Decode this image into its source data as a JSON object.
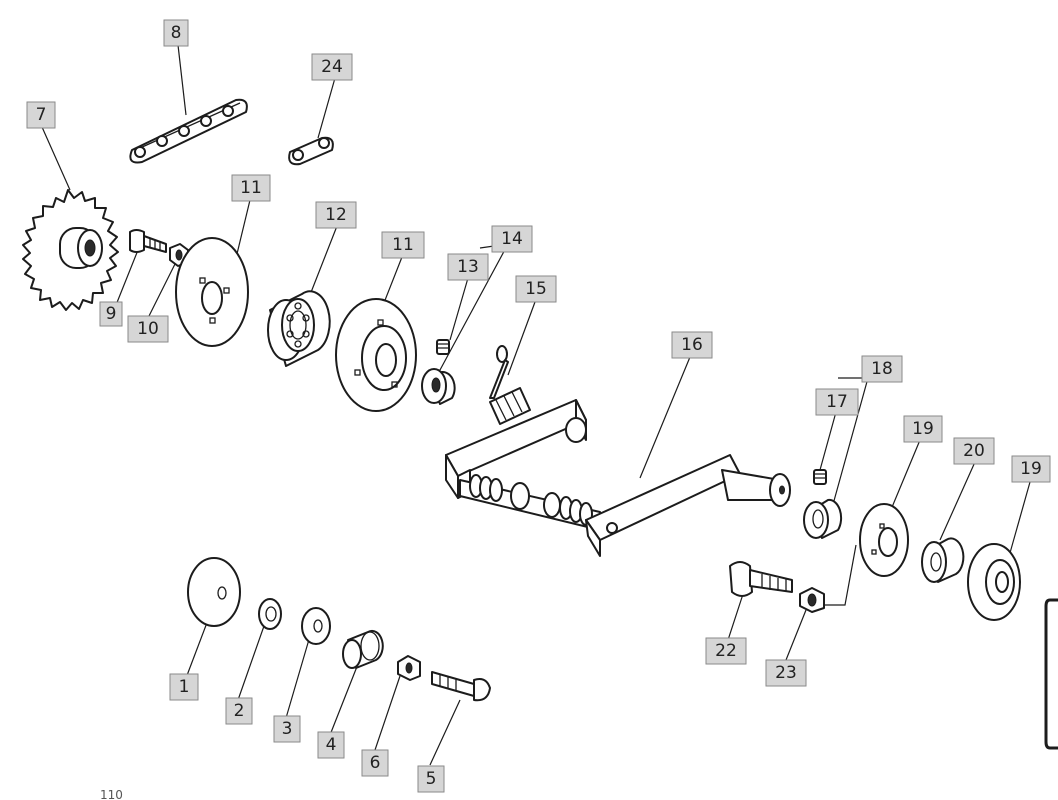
{
  "callouts": {
    "c1": "1",
    "c2": "2",
    "c3": "3",
    "c4": "4",
    "c5": "5",
    "c6": "6",
    "c7": "7",
    "c8": "8",
    "c9": "9",
    "c10": "10",
    "c11a": "11",
    "c11b": "11",
    "c12": "12",
    "c13": "13",
    "c14": "14",
    "c15": "15",
    "c16": "16",
    "c17": "17",
    "c18": "18",
    "c19a": "19",
    "c19b": "19",
    "c20": "20",
    "c22": "22",
    "c23": "23",
    "c24": "24"
  },
  "footnote": "110"
}
